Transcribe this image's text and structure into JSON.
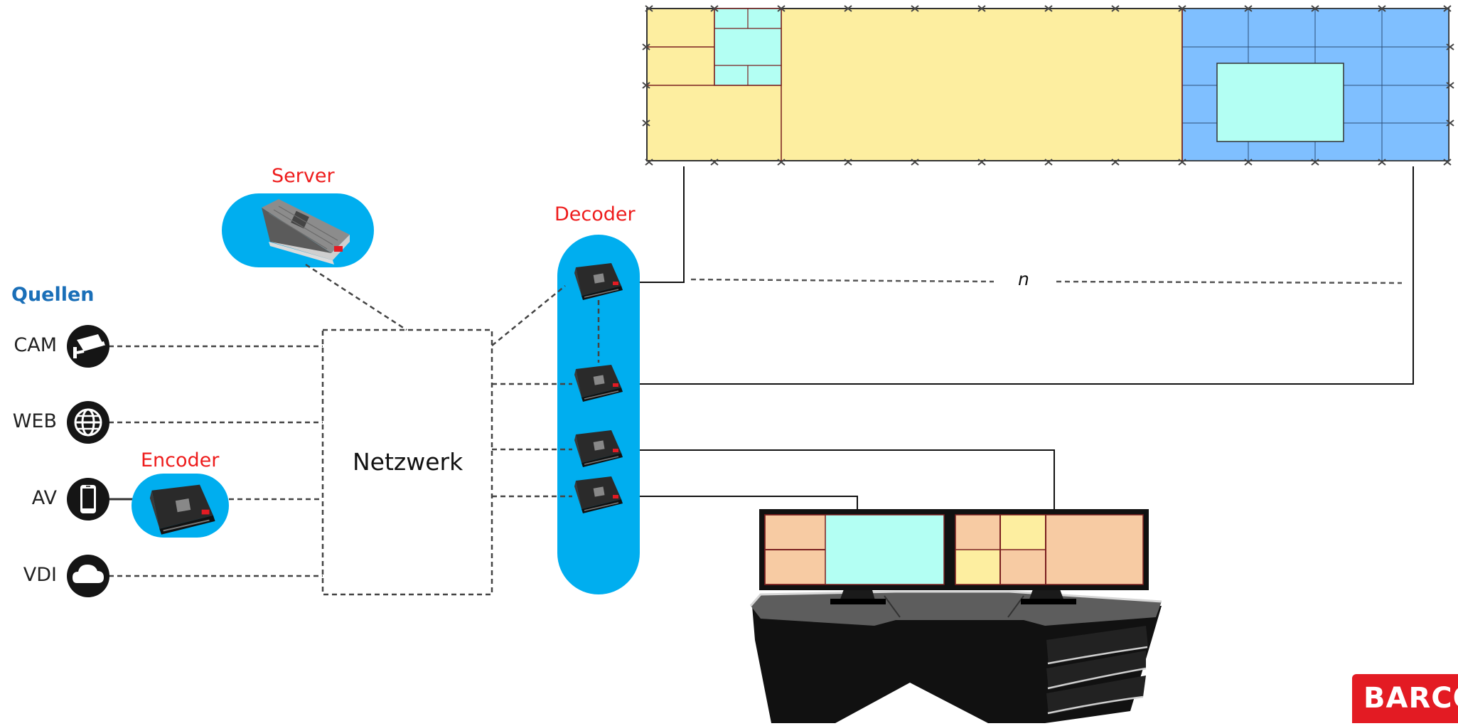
{
  "labels": {
    "server": "Server",
    "decoder": "Decoder",
    "encoder": "Encoder",
    "sources_heading": "Quellen",
    "network": "Netzwerk",
    "n": "n"
  },
  "sources": [
    {
      "label": "CAM",
      "icon": "camera-icon"
    },
    {
      "label": "WEB",
      "icon": "globe-icon"
    },
    {
      "label": "AV",
      "icon": "smartphone-icon"
    },
    {
      "label": "VDI",
      "icon": "cloud-icon"
    }
  ],
  "brand": {
    "logo_text": "BARCO"
  },
  "colors": {
    "accent_blue": "#00aeef",
    "label_red": "#ee1c1c",
    "heading_blue": "#1a6fb8",
    "wall_yellow": "#fdeea0",
    "wall_blue": "#7fbfff",
    "window_cyan": "#b3fff3",
    "monitor_peach": "#f7cba3",
    "brand_red": "#e31b23"
  }
}
